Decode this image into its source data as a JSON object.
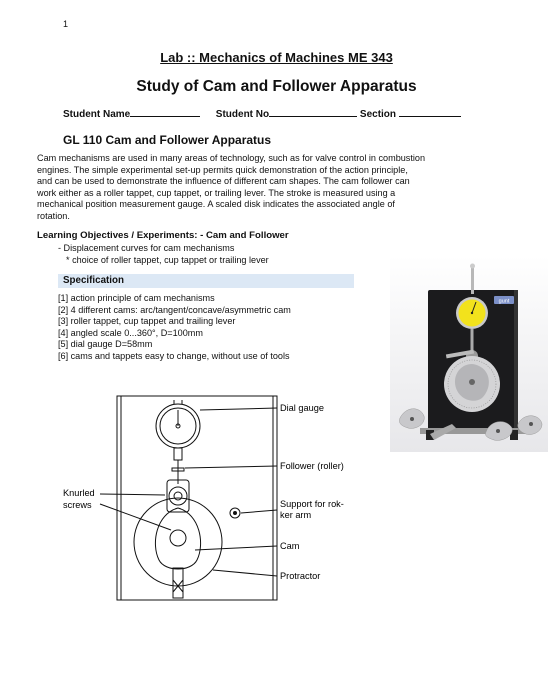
{
  "page_number": "1",
  "header": {
    "lab_title": "Lab :: Mechanics of Machines ME 343",
    "main_title": "Study of Cam and Follower Apparatus"
  },
  "student_line": {
    "name_label": "Student Name",
    "number_label": "Student No",
    "section_label": "Section"
  },
  "section_title": "GL 110 Cam and Follower Apparatus",
  "description_lines": [
    "Cam mechanisms are used in many areas of technology, such as for valve control in combustion",
    "engines. The simple experimental set-up permits quick demonstration of the action principle,",
    "and can be used to demonstrate the influence of different cam shapes. The cam follower can",
    "work either as a roller tappet, cup tappet, or trailing lever. The stroke is measured using a",
    "mechanical position measurement gauge. A scaled disk indicates the associated angle of",
    "rotation."
  ],
  "objectives": {
    "heading": "Learning Objectives / Experiments: - Cam and Follower",
    "line1": "- Displacement curves for cam mechanisms",
    "line2": "* choice of roller tappet, cup tappet or trailing lever"
  },
  "specification": {
    "heading": "Specification",
    "items": [
      "[1] action principle of cam mechanisms",
      "[2] 4 different cams: arc/tangent/concave/asymmetric cam",
      "[3] roller tappet, cup tappet and trailing lever",
      "[4] angled scale 0...360°, D=100mm",
      "[5] dial gauge D=58mm",
      "[6] cams and tappets easy to change, without use of tools"
    ]
  },
  "photo": {
    "brand_badge": "gunt"
  },
  "diagram": {
    "labels": {
      "dial_gauge": "Dial gauge",
      "follower": "Follower (roller)",
      "knurled_1": "Knurled",
      "knurled_2": "screws",
      "support_1": "Support for rok-",
      "support_2": "ker arm",
      "cam": "Cam",
      "protractor": "Protractor"
    }
  },
  "colors": {
    "spec_bar": "#dce8f5",
    "photo_panel": "#1b1b1d",
    "gauge_face": "#f2e21c",
    "badge": "#7c90c8"
  }
}
